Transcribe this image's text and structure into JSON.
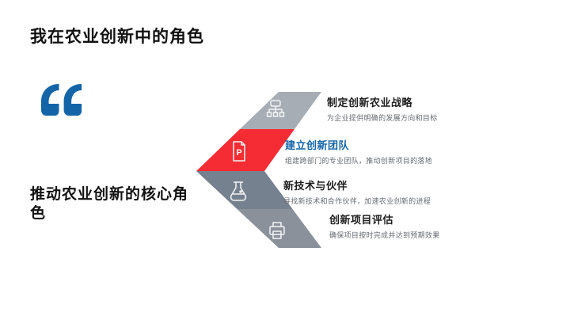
{
  "slide": {
    "title": "我在农业创新中的角色",
    "quote_mark": "“",
    "statement": "推动农业创新的核心角色"
  },
  "colors": {
    "accent_blue": "#1465a8",
    "band_gray_light": "#a7adb5",
    "band_red": "#f52c33",
    "band_slate": "#76818f",
    "band_gray": "#8a919b",
    "text_dark": "#121212",
    "text_muted": "#666b71"
  },
  "items": [
    {
      "icon": "org-chart-icon",
      "title": "制定创新农业战略",
      "desc": "为企业提供明确的发展方向和目标"
    },
    {
      "icon": "document-p-icon",
      "icon_letter": "P",
      "title": "建立创新团队",
      "desc": "组建跨部门的专业团队，推动创新项目的落地"
    },
    {
      "icon": "flask-icon",
      "title": "新技术与伙伴",
      "desc": "寻找新技术和合作伙伴，加速农业创新的进程"
    },
    {
      "icon": "printer-icon",
      "title": "创新项目评估",
      "desc": "确保项目按时完成并达到预期效果"
    }
  ]
}
